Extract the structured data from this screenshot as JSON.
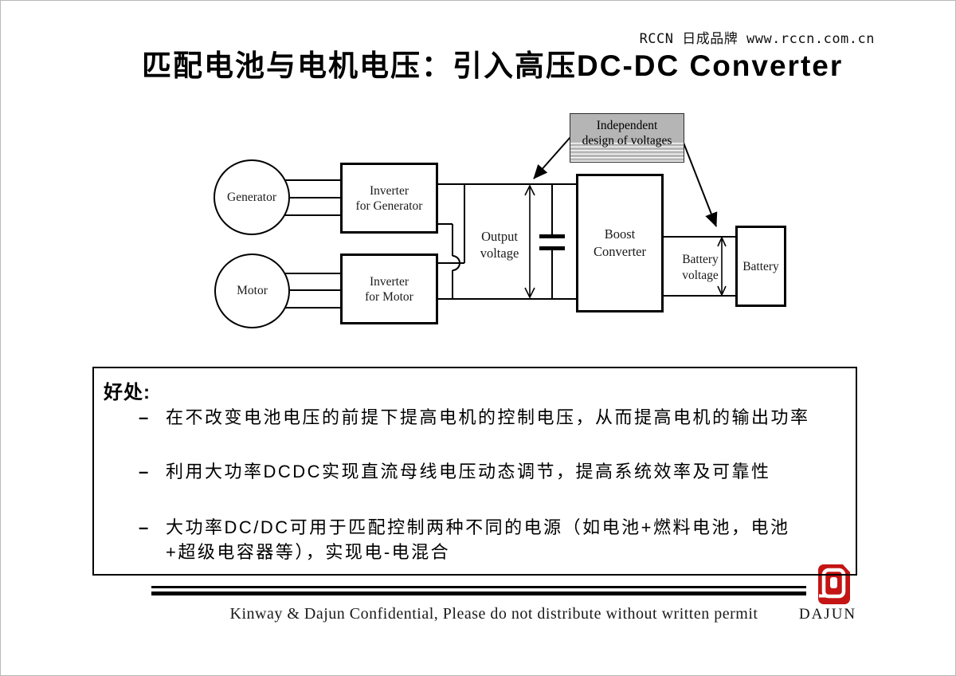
{
  "header": {
    "brand_text": "RCCN 日成品牌 www.rccn.com.cn"
  },
  "title": "匹配电池与电机电压：引入高压DC-DC Converter",
  "diagram": {
    "annotation": {
      "line1": "Independent",
      "line2": "design of voltages",
      "bg_color": "#b5b5b5"
    },
    "generator_label": "Generator",
    "motor_label": "Motor",
    "inverter_generator": {
      "line1": "Inverter",
      "line2": "for Generator"
    },
    "inverter_motor": {
      "line1": "Inverter",
      "line2": "for Motor"
    },
    "output_voltage": {
      "line1": "Output",
      "line2": "voltage"
    },
    "boost_converter": {
      "line1": "Boost",
      "line2": "Converter"
    },
    "battery_voltage": {
      "line1": "Battery",
      "line2": "voltage"
    },
    "battery_label": "Battery"
  },
  "benefits": {
    "heading": "好处:",
    "bullet_glyph": "–",
    "items": [
      "在不改变电池电压的前提下提高电机的控制电压，从而提高电机的输出功率",
      "利用大功率DCDC实现直流母线电压动态调节，提高系统效率及可靠性",
      "大功率DC/DC可用于匹配控制两种不同的电源（如电池+燃料电池，电池+超级电容器等），实现电-电混合"
    ]
  },
  "footer": {
    "confidential_text": "Kinway & Dajun Confidential, Please do not distribute without written permit",
    "logo_text": "DAJUN",
    "logo_color": "#c41414"
  }
}
